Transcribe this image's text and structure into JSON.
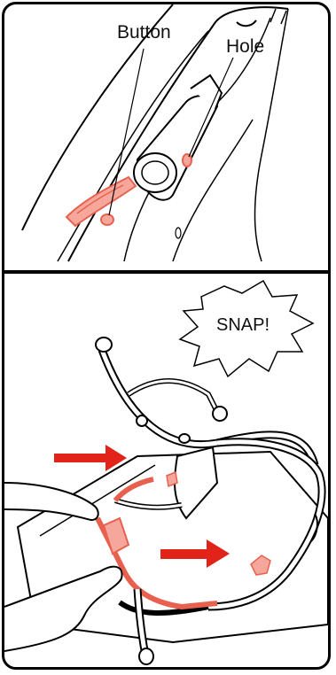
{
  "panel_top": {
    "labels": {
      "button": "Button",
      "hole": "Hole"
    }
  },
  "panel_bottom": {
    "callout": "SNAP!"
  },
  "colors": {
    "highlight": "#e8614f",
    "highlight_fill": "#f4a79a",
    "arrow": "#e2231a",
    "ink": "#000000"
  }
}
